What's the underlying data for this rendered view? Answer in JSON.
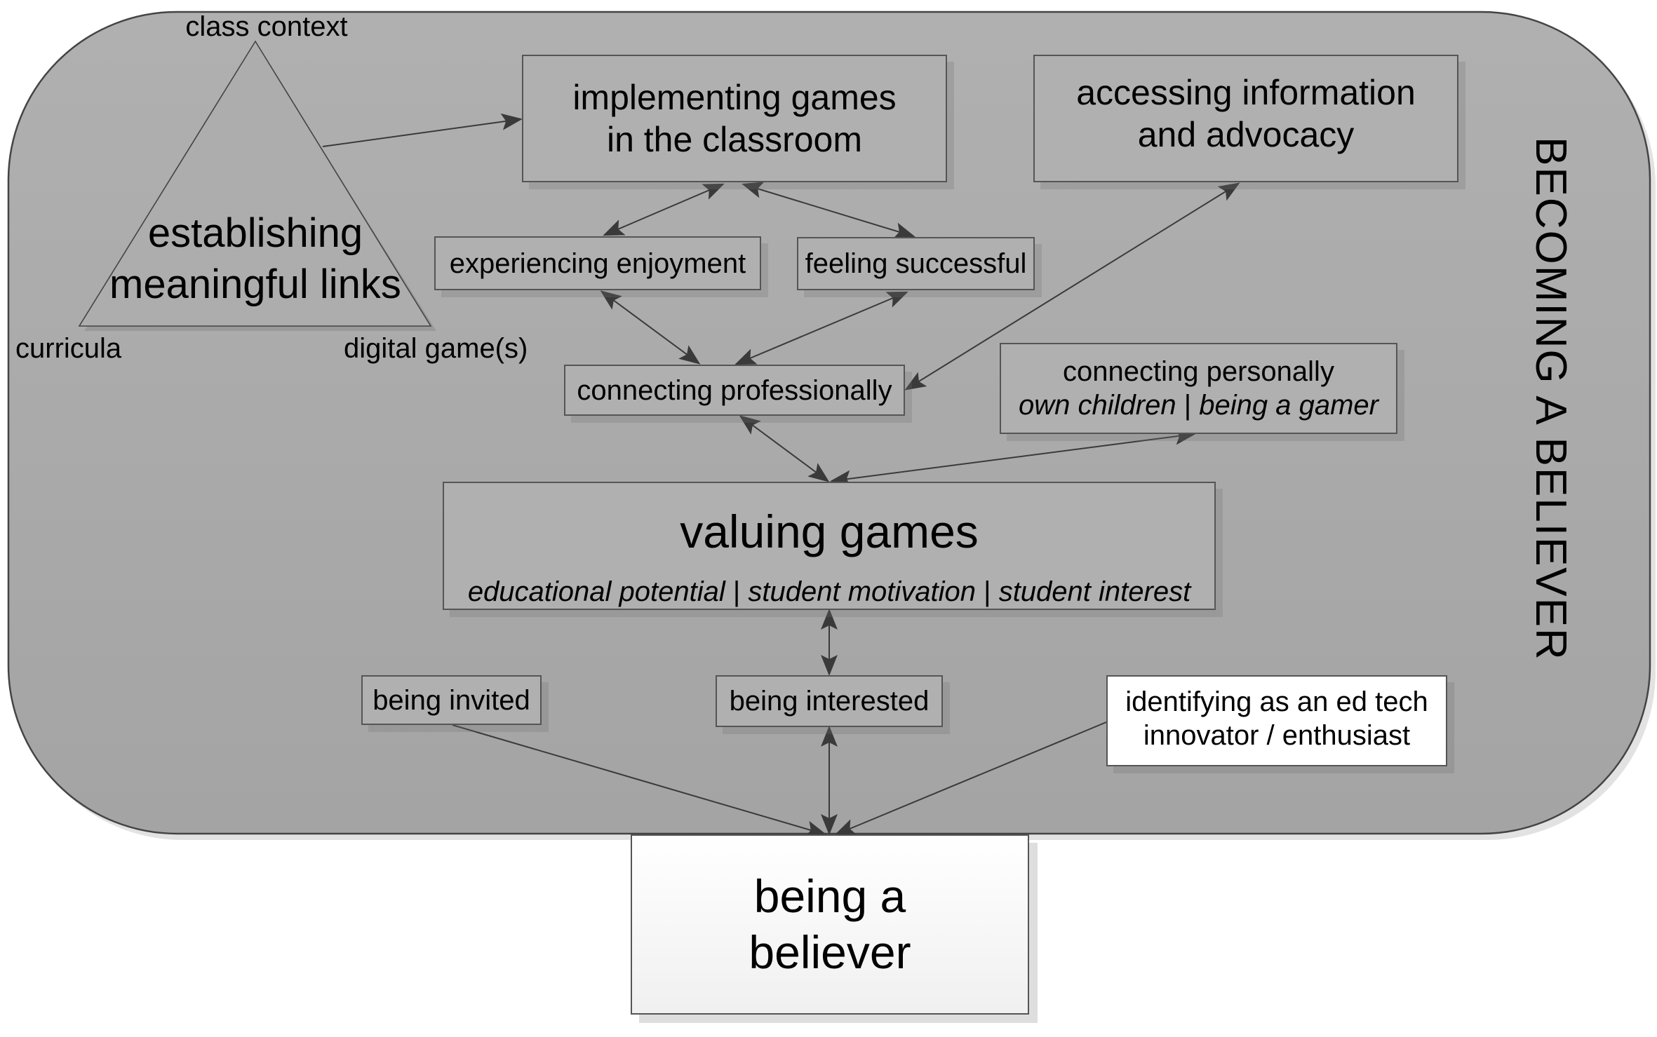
{
  "title": "BECOMING A BELIEVER",
  "colors": {
    "container_fill": "#a8a8a8",
    "node_fill": "#b0b0b0",
    "node_border": "#555555",
    "arrow": "#3a3a3a",
    "highlight_node_fill": "#ffffff"
  },
  "triangle": {
    "center_label": [
      "establishing",
      "meaningful links"
    ],
    "corners": {
      "top": "class context",
      "bottom_left": "curricula",
      "bottom_right": "digital game(s)"
    }
  },
  "nodes": {
    "implementing": {
      "lines": [
        "implementing games",
        "in the classroom"
      ]
    },
    "accessing": {
      "lines": [
        "accessing information",
        "and advocacy"
      ]
    },
    "enjoyment": {
      "label": "experiencing enjoyment"
    },
    "successful": {
      "label": "feeling successful"
    },
    "professionally": {
      "label": "connecting professionally"
    },
    "personally": {
      "label": "connecting personally",
      "sub": [
        "own children",
        "|",
        "being a gamer"
      ]
    },
    "valuing": {
      "label": "valuing games",
      "sub": [
        "educational potential",
        "|",
        "student motivation",
        "|",
        "student interest"
      ]
    },
    "invited": {
      "label": "being invited"
    },
    "interested": {
      "label": "being interested"
    },
    "identifying": {
      "lines": [
        "identifying as an ed tech",
        "innovator / enthusiast"
      ]
    },
    "believer": {
      "lines": [
        "being a",
        "believer"
      ]
    }
  },
  "edges": [
    {
      "from": "triangle",
      "to": "implementing",
      "direction": "forward"
    },
    {
      "from": "implementing",
      "to": "enjoyment",
      "direction": "both"
    },
    {
      "from": "implementing",
      "to": "successful",
      "direction": "both"
    },
    {
      "from": "enjoyment",
      "to": "professionally",
      "direction": "both"
    },
    {
      "from": "successful",
      "to": "professionally",
      "direction": "both"
    },
    {
      "from": "accessing",
      "to": "professionally",
      "direction": "both"
    },
    {
      "from": "professionally",
      "to": "valuing",
      "direction": "both"
    },
    {
      "from": "personally",
      "to": "valuing",
      "direction": "both"
    },
    {
      "from": "valuing",
      "to": "interested",
      "direction": "both"
    },
    {
      "from": "invited",
      "to": "believer",
      "direction": "forward"
    },
    {
      "from": "interested",
      "to": "believer",
      "direction": "both"
    },
    {
      "from": "identifying",
      "to": "believer",
      "direction": "forward"
    }
  ]
}
